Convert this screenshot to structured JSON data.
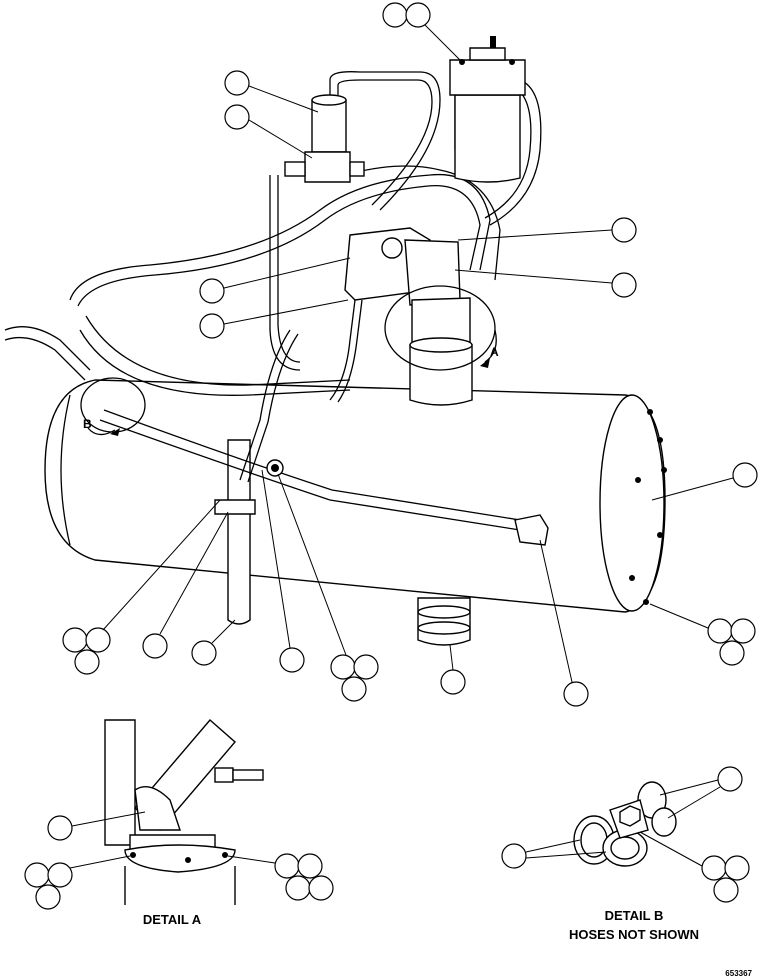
{
  "details": {
    "a_title": "DETAIL A",
    "b_title": "DETAIL B",
    "b_note": "HOSES NOT SHOWN"
  },
  "markers": {
    "a": "A",
    "b": "B"
  },
  "figure_id": "653367"
}
